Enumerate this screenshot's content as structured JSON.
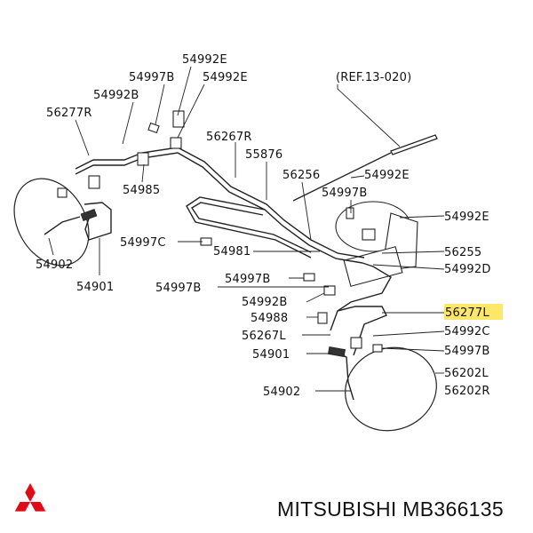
{
  "labels": {
    "l_54992E_top": "54992E",
    "l_54997B_top": "54997B",
    "l_54992E_mid": "54992E",
    "l_54992B_top": "54992B",
    "l_56277R": "56277R",
    "l_56267R": "56267R",
    "l_55876": "55876",
    "l_56256": "56256",
    "l_54992E_right": "54992E",
    "l_54985": "54985",
    "l_54997B_mid": "54997B",
    "l_54992E_r2": "54992E",
    "l_54997C": "54997C",
    "l_54981": "54981",
    "l_56255": "56255",
    "l_54902_left": "54902",
    "l_54992D": "54992D",
    "l_54901_left": "54901",
    "l_54997B_l2": "54997B",
    "l_54997B_l3": "54997B",
    "l_54992B_l2": "54992B",
    "l_56277L": "56277L",
    "l_54988": "54988",
    "l_54992C": "54992C",
    "l_56267L": "56267L",
    "l_54997B_r3": "54997B",
    "l_54901_right": "54901",
    "l_56202L": "56202L",
    "l_54902_right": "54902",
    "l_56202R": "56202R",
    "ref": "(REF.13-020)"
  },
  "brand": {
    "text": "MITSUBISHI MB366135"
  },
  "highlight_color": "#ffe869",
  "logo_color": "#e10a17",
  "icons": [
    "mitsubishi-logo-icon"
  ]
}
